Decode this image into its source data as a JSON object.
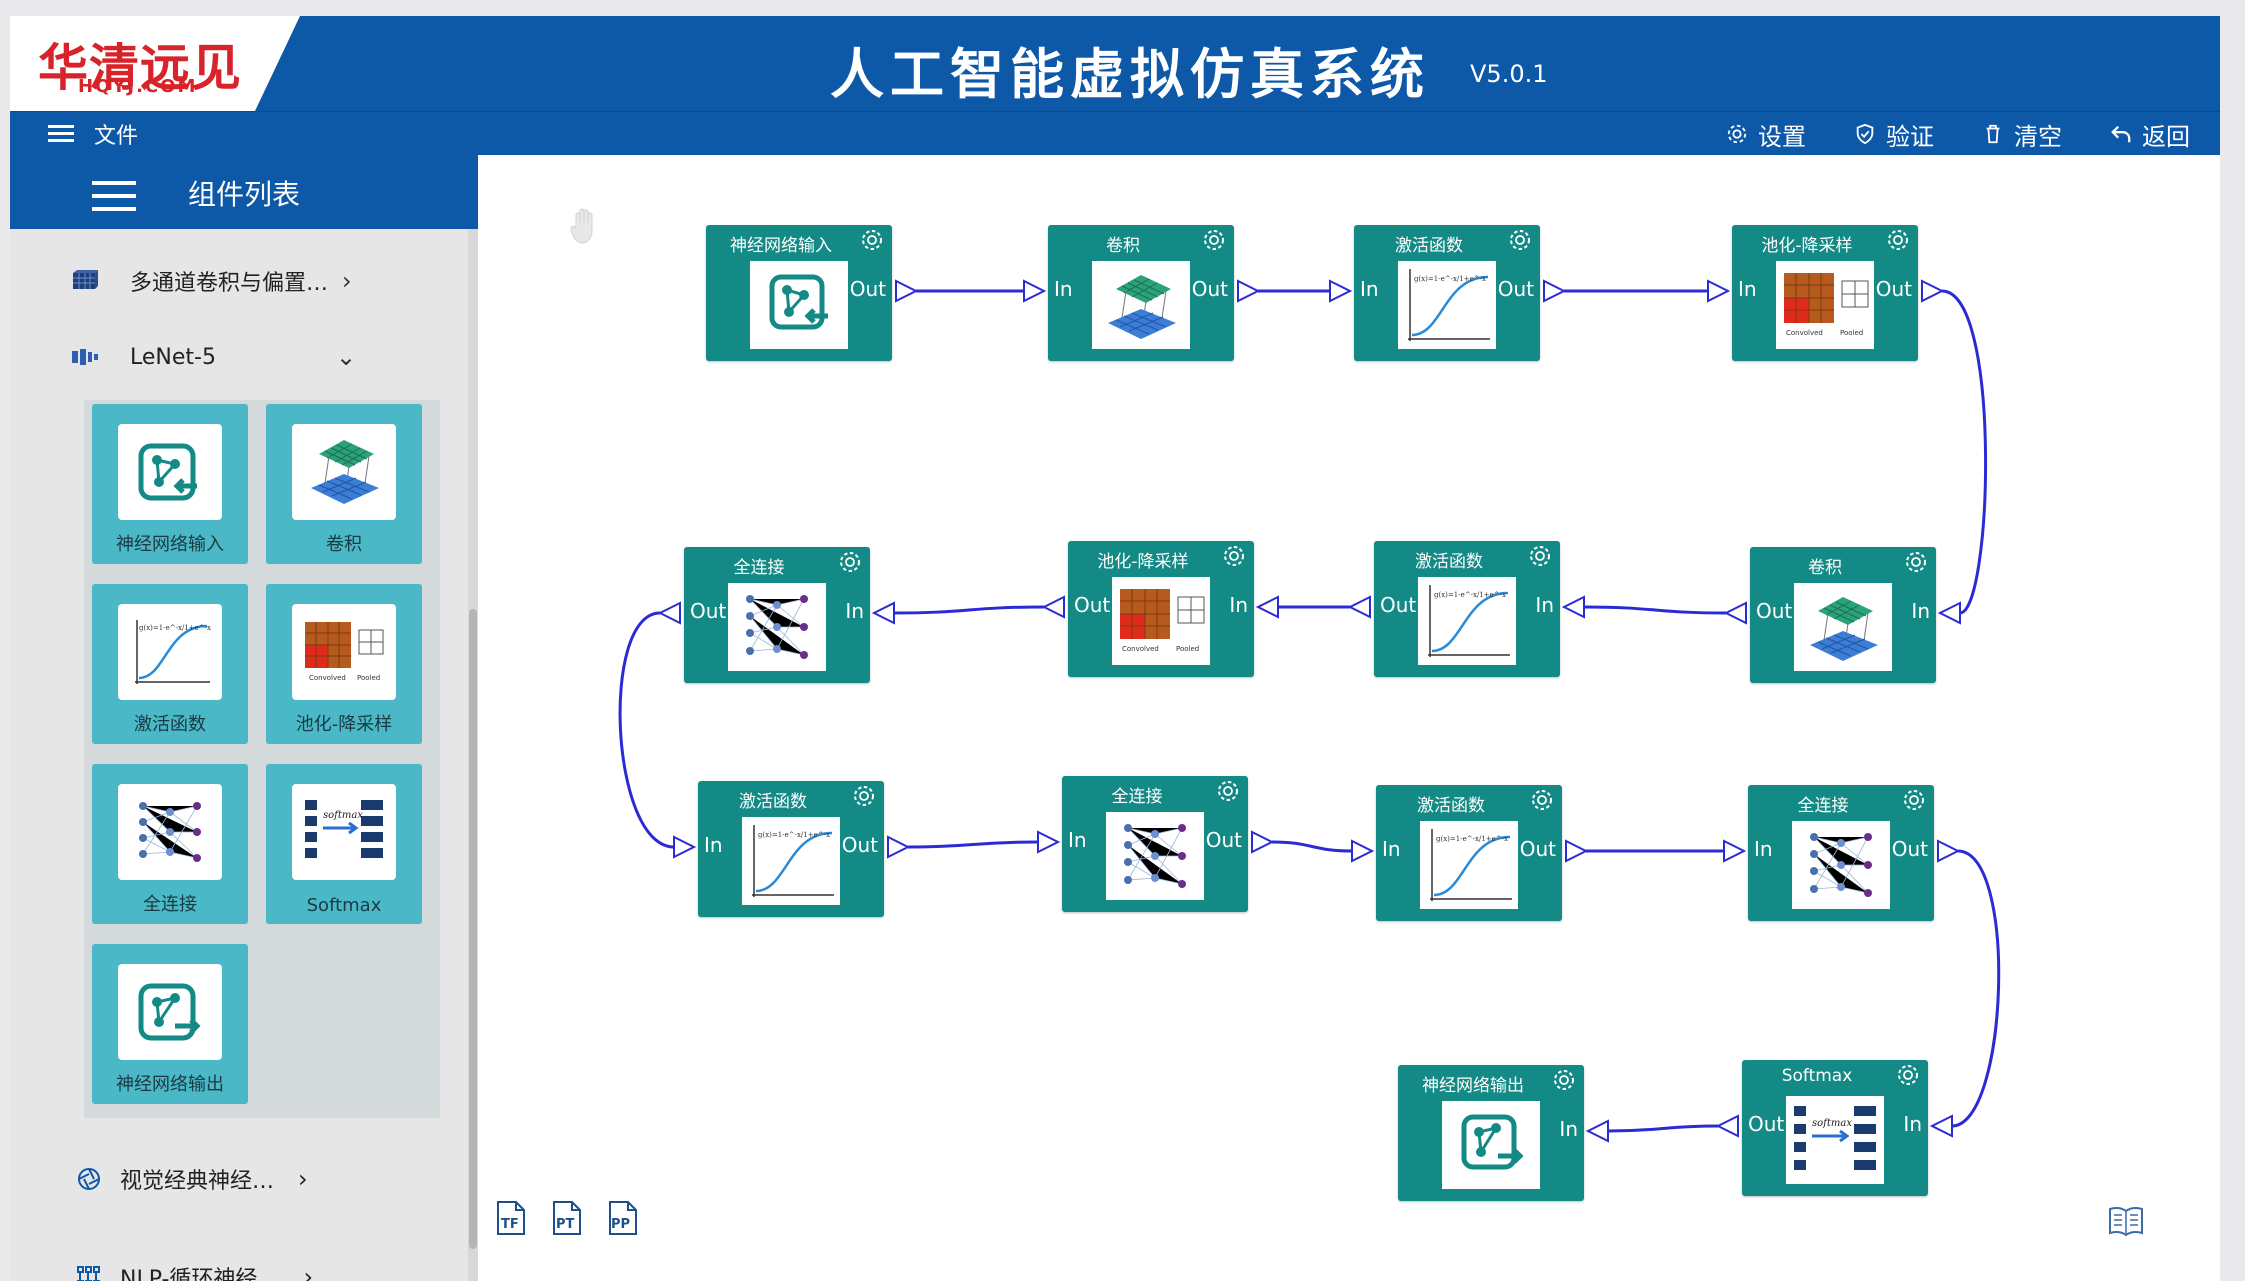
{
  "app": {
    "logo_text": "华清远见",
    "logo_sub": "HQYJ.COM",
    "title": "人工智能虚拟仿真系统",
    "version": "V5.0.1",
    "brand_color": "#0e58a8",
    "node_color": "#138a85",
    "tile_color": "#4ab8c6"
  },
  "menubar": {
    "file": "文件",
    "settings": "设置",
    "validate": "验证",
    "clear": "清空",
    "back": "返回"
  },
  "sidebar": {
    "title": "组件列表",
    "group_multichannel": "多通道卷积与偏置…",
    "group_lenet": "LeNet-5",
    "group_vision": "视觉经典神经…",
    "group_nlp": "NLP-循环神经…",
    "tiles": [
      {
        "label": "神经网络输入",
        "icon": "nn-input-icon"
      },
      {
        "label": "卷积",
        "icon": "conv-icon"
      },
      {
        "label": "激活函数",
        "icon": "sigmoid-icon"
      },
      {
        "label": "池化-降采样",
        "icon": "pool-icon"
      },
      {
        "label": "全连接",
        "icon": "fc-icon"
      },
      {
        "label": "Softmax",
        "icon": "softmax-icon"
      },
      {
        "label": "神经网络输出",
        "icon": "nn-output-icon"
      }
    ]
  },
  "ports": {
    "in": "In",
    "out": "Out"
  },
  "nodes": [
    {
      "id": "n1",
      "title": "神经网络输入",
      "type": "input",
      "ports": [
        "out"
      ]
    },
    {
      "id": "n2",
      "title": "卷积",
      "type": "conv",
      "ports": [
        "in",
        "out"
      ]
    },
    {
      "id": "n3",
      "title": "激活函数",
      "type": "sigmoid",
      "ports": [
        "in",
        "out"
      ]
    },
    {
      "id": "n4",
      "title": "池化-降采样",
      "type": "pool",
      "ports": [
        "in",
        "out"
      ]
    },
    {
      "id": "n5",
      "title": "卷积",
      "type": "conv",
      "ports": [
        "out",
        "in"
      ]
    },
    {
      "id": "n6",
      "title": "激活函数",
      "type": "sigmoid",
      "ports": [
        "out",
        "in"
      ]
    },
    {
      "id": "n7",
      "title": "池化-降采样",
      "type": "pool",
      "ports": [
        "out",
        "in"
      ]
    },
    {
      "id": "n8",
      "title": "全连接",
      "type": "fc",
      "ports": [
        "out",
        "in"
      ]
    },
    {
      "id": "n9",
      "title": "激活函数",
      "type": "sigmoid",
      "ports": [
        "in",
        "out"
      ]
    },
    {
      "id": "n10",
      "title": "全连接",
      "type": "fc",
      "ports": [
        "in",
        "out"
      ]
    },
    {
      "id": "n11",
      "title": "激活函数",
      "type": "sigmoid",
      "ports": [
        "in",
        "out"
      ]
    },
    {
      "id": "n12",
      "title": "全连接",
      "type": "fc",
      "ports": [
        "in",
        "out"
      ]
    },
    {
      "id": "n13",
      "title": "Softmax",
      "type": "softmax",
      "ports": [
        "out",
        "in"
      ]
    },
    {
      "id": "n14",
      "title": "神经网络输出",
      "type": "output",
      "ports": [
        "in"
      ]
    }
  ],
  "bottom_tools": {
    "tf": "TF",
    "pt": "PT",
    "pp": "PP"
  }
}
